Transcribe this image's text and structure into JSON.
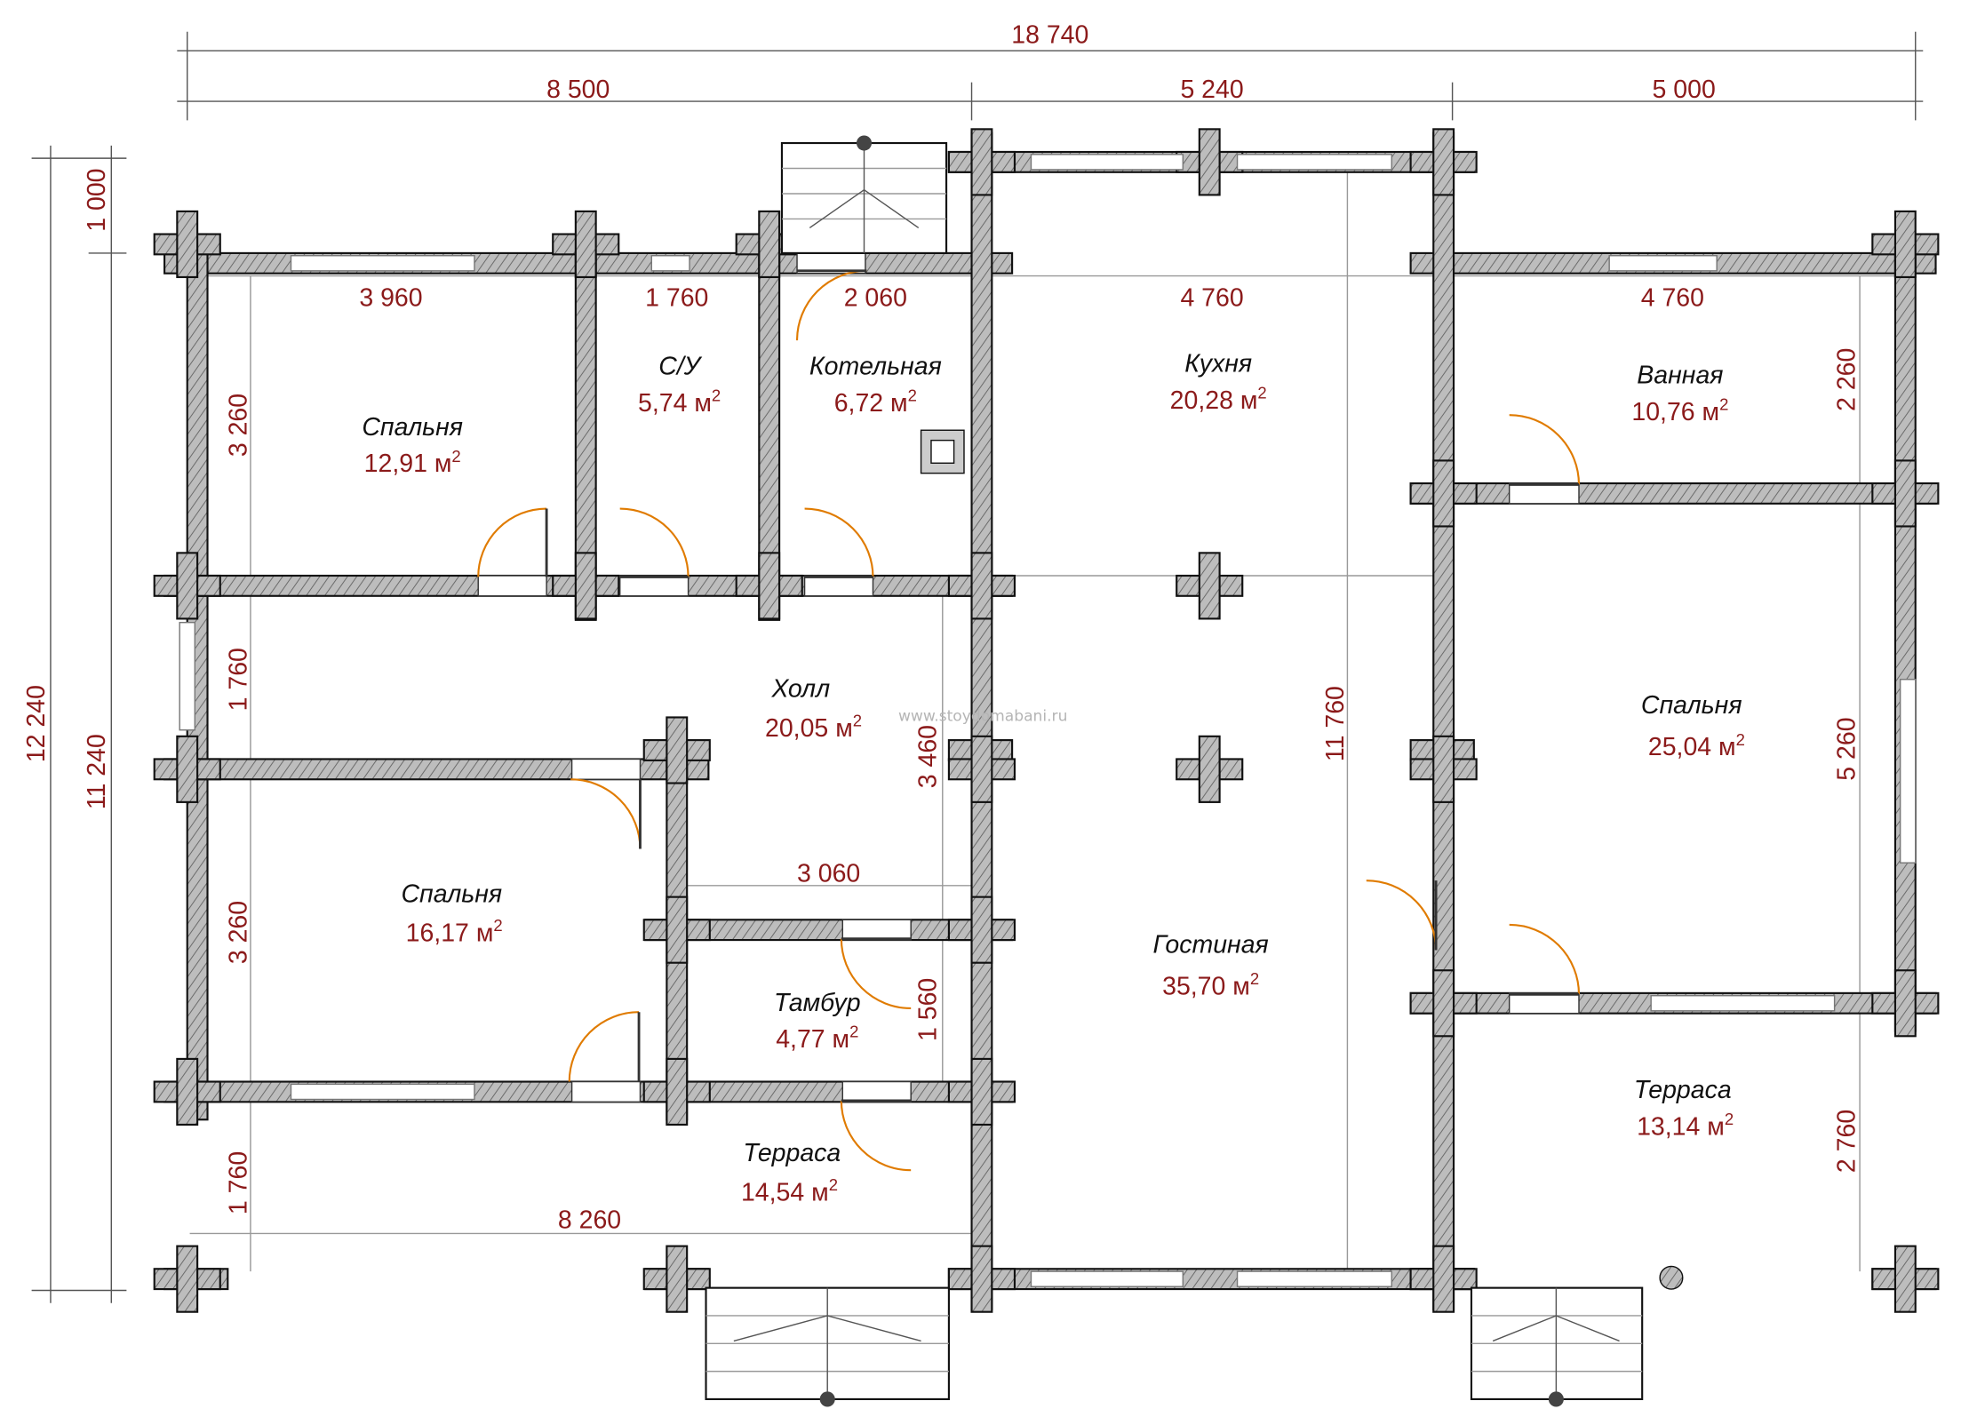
{
  "watermark": "www.stoydomabani.ru",
  "units": {
    "area_unit": "м",
    "area_exp": "2"
  },
  "dimensions": {
    "total_width": "18 740",
    "top": [
      "8 500",
      "5 240",
      "5 000"
    ],
    "inner_top": [
      "3 960",
      "1 760",
      "2 060",
      "4 760",
      "4 760"
    ],
    "left_outer": [
      "12 240",
      "11 240",
      "1 000"
    ],
    "left_inner": [
      "3 260",
      "1 760",
      "3 260",
      "1 760"
    ],
    "hall_vertical": "3 460",
    "hall_width": "3 060",
    "tambur_vertical": "1 560",
    "terrace_width": "8 260",
    "living_vertical": "11 760",
    "right": [
      "2 260",
      "5 260",
      "2 760"
    ]
  },
  "rooms": [
    {
      "name": "Спальня",
      "area": "12,91"
    },
    {
      "name": "С/У",
      "area": "5,74"
    },
    {
      "name": "Котельная",
      "area": "6,72"
    },
    {
      "name": "Кухня",
      "area": "20,28"
    },
    {
      "name": "Ванная",
      "area": "10,76"
    },
    {
      "name": "Холл",
      "area": "20,05"
    },
    {
      "name": "Спальня",
      "area": "25,04"
    },
    {
      "name": "Спальня",
      "area": "16,17"
    },
    {
      "name": "Тамбур",
      "area": "4,77"
    },
    {
      "name": "Гостиная",
      "area": "35,70"
    },
    {
      "name": "Терраса",
      "area": "14,54"
    },
    {
      "name": "Терраса",
      "area": "13,14"
    }
  ]
}
